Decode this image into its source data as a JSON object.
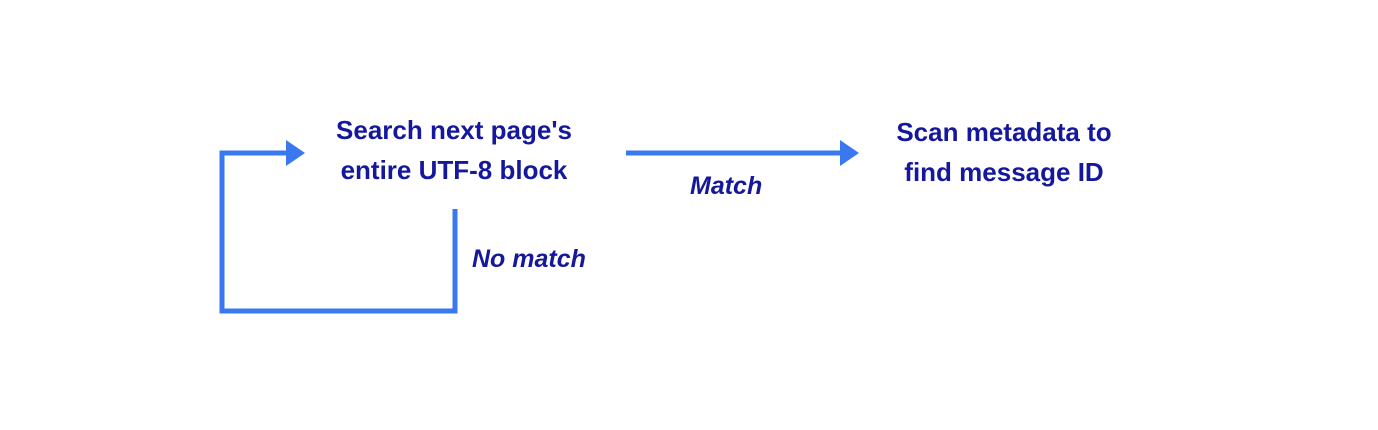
{
  "colors": {
    "text": "#15179c",
    "arrow": "#3a78f0"
  },
  "nodes": {
    "search": {
      "line1": "Search next page's",
      "line2": "entire UTF-8 block"
    },
    "scan": {
      "line1": "Scan metadata to",
      "line2": "find message ID"
    }
  },
  "edges": {
    "match": "Match",
    "no_match": "No match"
  }
}
